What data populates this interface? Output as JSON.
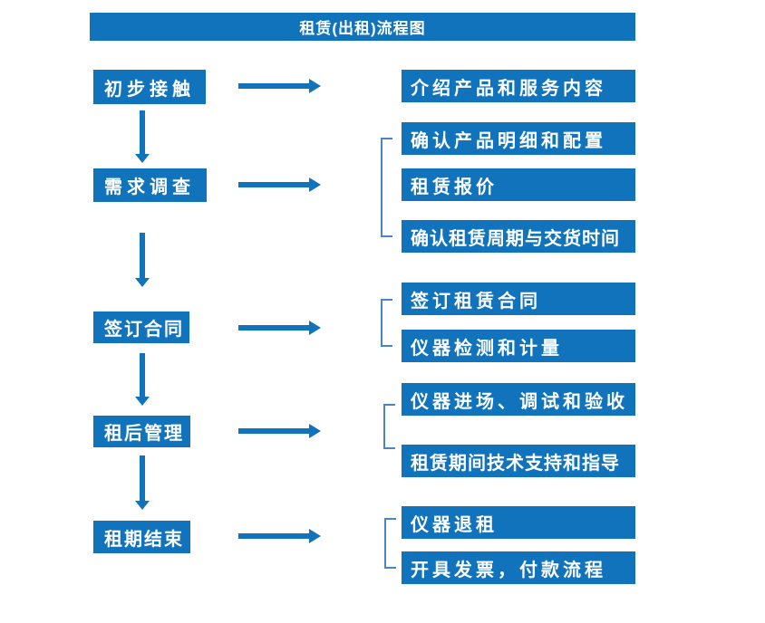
{
  "title": "租赁(出租)流程图",
  "colors": {
    "primary": "#1173BC",
    "bracket": "#4A86C4",
    "text": "#ffffff",
    "background": "#ffffff"
  },
  "flow": {
    "steps": [
      {
        "label": "初步接触",
        "details": [
          "介绍产品和服务内容"
        ]
      },
      {
        "label": "需求调查",
        "details": [
          "确认产品明细和配置",
          "租赁报价",
          "确认租赁周期与交货时间"
        ]
      },
      {
        "label": "签订合同",
        "details": [
          "签订租赁合同",
          "仪器检测和计量"
        ]
      },
      {
        "label": "租后管理",
        "details": [
          "仪器进场、调试和验收",
          "租赁期间技术支持和指导"
        ]
      },
      {
        "label": "租期结束",
        "details": [
          "仪器退租",
          "开具发票，付款流程"
        ]
      }
    ]
  }
}
